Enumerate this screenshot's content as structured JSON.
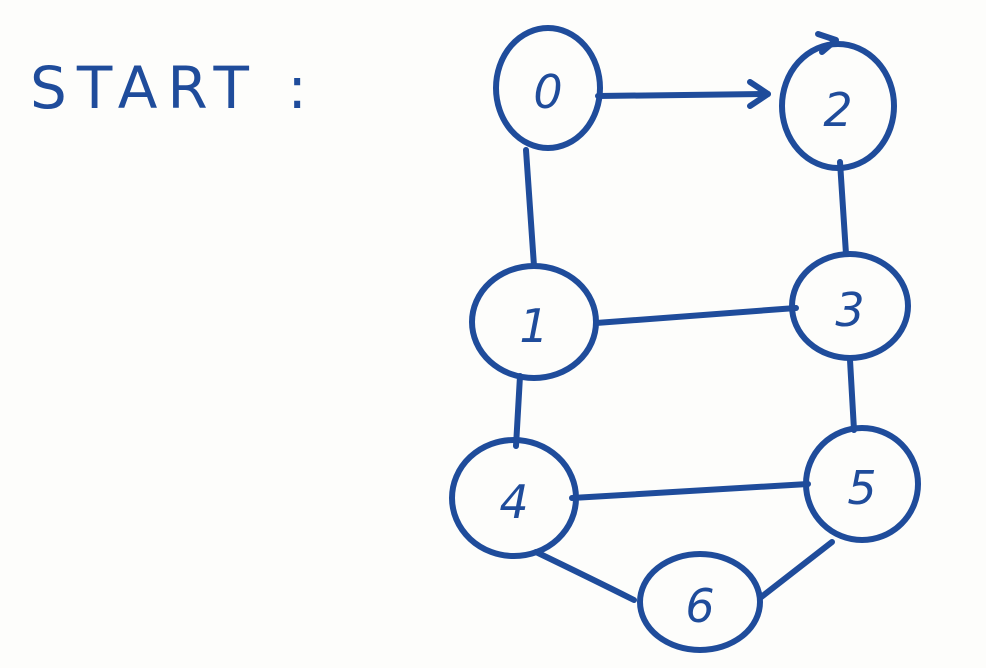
{
  "title": "START :",
  "ink_color": "#1f4c9b",
  "nodes": [
    {
      "id": "0",
      "label": "0"
    },
    {
      "id": "2",
      "label": "2"
    },
    {
      "id": "1",
      "label": "1"
    },
    {
      "id": "3",
      "label": "3"
    },
    {
      "id": "4",
      "label": "4"
    },
    {
      "id": "5",
      "label": "5"
    },
    {
      "id": "6",
      "label": "6"
    }
  ],
  "edges": [
    {
      "from": "0",
      "to": "2",
      "directed": true
    },
    {
      "from": "0",
      "to": "1",
      "directed": false
    },
    {
      "from": "2",
      "to": "3",
      "directed": false
    },
    {
      "from": "1",
      "to": "3",
      "directed": false
    },
    {
      "from": "1",
      "to": "4",
      "directed": false
    },
    {
      "from": "3",
      "to": "5",
      "directed": false
    },
    {
      "from": "4",
      "to": "5",
      "directed": false
    },
    {
      "from": "4",
      "to": "6",
      "directed": false
    },
    {
      "from": "5",
      "to": "6",
      "directed": false
    }
  ]
}
